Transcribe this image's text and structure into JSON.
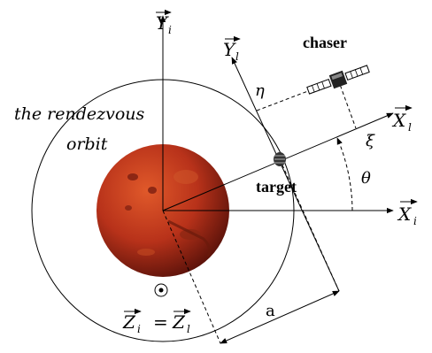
{
  "labels": {
    "yi": "Y",
    "yi_sub": "i",
    "yl": "Y",
    "yl_sub": "l",
    "xl": "X",
    "xl_sub": "l",
    "xi": "X",
    "xi_sub": "i",
    "zi": "Z",
    "zi_sub": "i",
    "eq": "=",
    "zl": "Z",
    "zl_sub": "l",
    "eta": "η",
    "xi_greek": "ξ",
    "theta": "θ",
    "a": "a",
    "chaser": "chaser",
    "target": "target",
    "orbit_line1": "the rendezvous",
    "orbit_line2": "orbit"
  },
  "colors": {
    "planet_light": "#e0592a",
    "planet_mid": "#b8321a",
    "planet_dark": "#5a120a"
  }
}
